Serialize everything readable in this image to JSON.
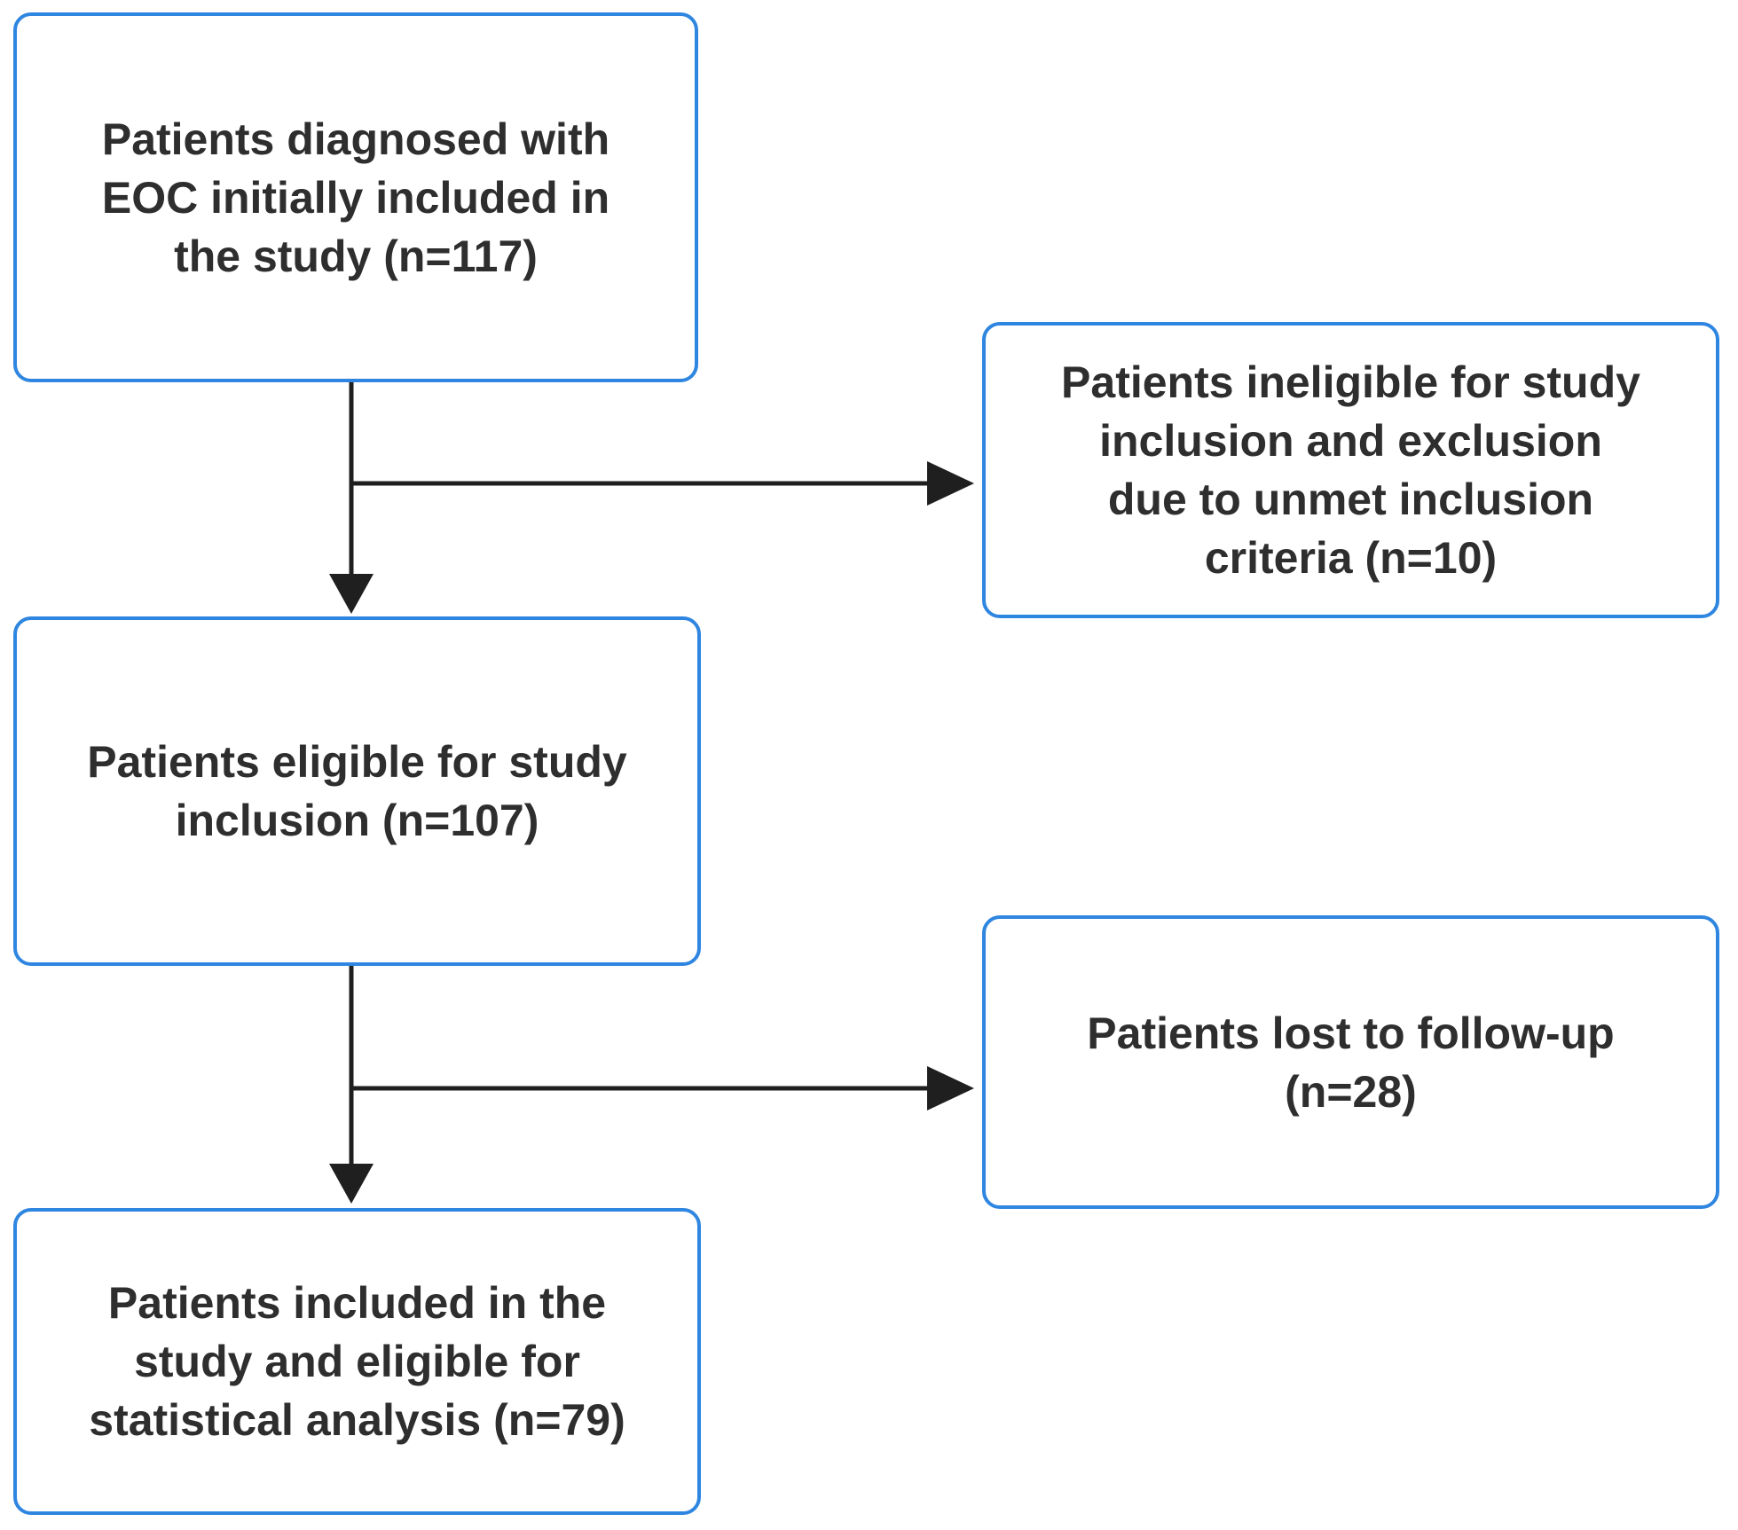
{
  "diagram": {
    "type": "patient-flow-chart",
    "colors": {
      "box_border": "#2f86e0",
      "box_fill": "#ffffff",
      "text": "#2e2e2e",
      "arrow": "#1f1f1f",
      "background": "#ffffff"
    },
    "boxes": [
      {
        "id": "initial",
        "text": "Patients diagnosed with\nEOC initially included in\nthe study (n=117)",
        "count": 117
      },
      {
        "id": "ineligible",
        "text": "Patients ineligible for study\ninclusion and exclusion\ndue to unmet inclusion\ncriteria (n=10)",
        "count": 10
      },
      {
        "id": "eligible",
        "text": "Patients eligible for study\ninclusion (n=107)",
        "count": 107
      },
      {
        "id": "lost",
        "text": "Patients lost to follow-up\n(n=28)",
        "count": 28
      },
      {
        "id": "analyzed",
        "text": "Patients included in the\nstudy and eligible for\nstatistical analysis (n=79)",
        "count": 79
      }
    ],
    "arrows": [
      {
        "from": "initial",
        "to": "eligible"
      },
      {
        "from": "initial",
        "to": "ineligible"
      },
      {
        "from": "eligible",
        "to": "analyzed"
      },
      {
        "from": "eligible",
        "to": "lost"
      }
    ]
  }
}
